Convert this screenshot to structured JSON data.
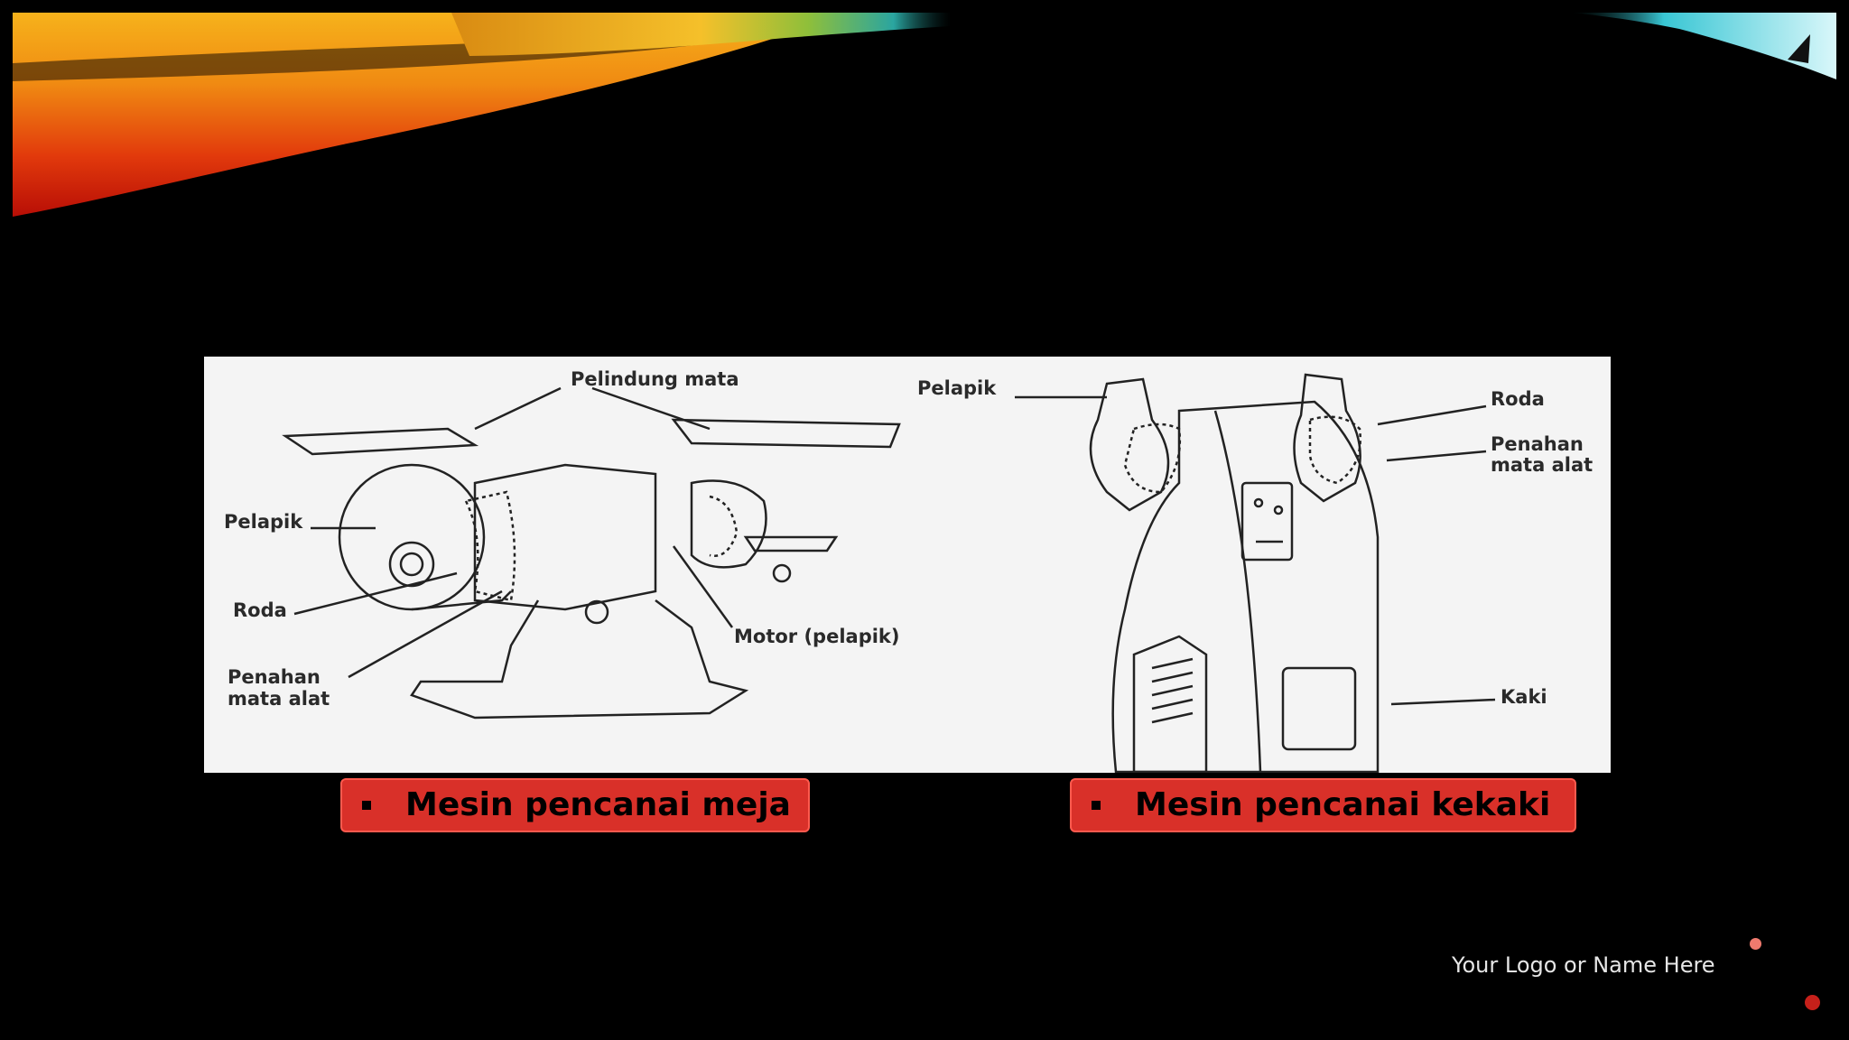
{
  "figure": {
    "labels_left": {
      "pelindung_mata": "Pelindung mata",
      "pelapik": "Pelapik",
      "roda": "Roda",
      "penahan_line1": "Penahan",
      "penahan_line2": "mata alat",
      "motor": "Motor (pelapik)"
    },
    "labels_right": {
      "pelapik": "Pelapik",
      "roda": "Roda",
      "penahan_line1": "Penahan",
      "penahan_line2": "mata alat",
      "kaki": "Kaki"
    }
  },
  "captions": {
    "left": "Mesin pencanai meja",
    "right": "Mesin pencanai kekaki"
  },
  "footer": {
    "logo_text": "Your Logo or Name Here"
  },
  "colors": {
    "background": "#000000",
    "caption_fill": "#d93029",
    "accent_dot": "#c6201a"
  }
}
